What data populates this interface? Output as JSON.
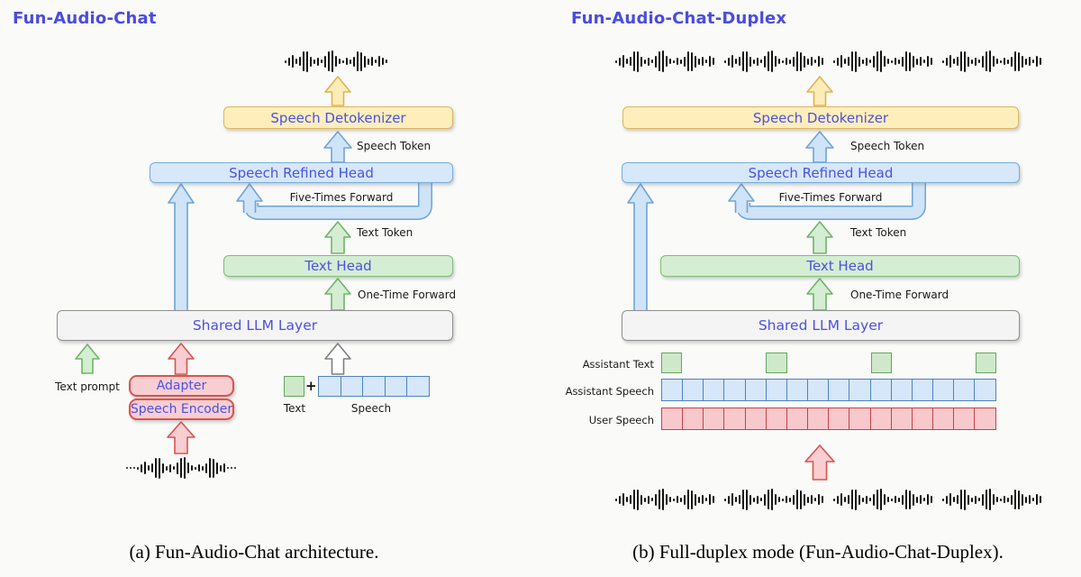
{
  "left": {
    "title": "Fun-Audio-Chat",
    "caption": "(a) Fun-Audio-Chat architecture.",
    "boxes": {
      "detokenizer": "Speech Detokenizer",
      "refined_head": "Speech Refined Head",
      "text_head": "Text Head",
      "llm": "Shared LLM Layer",
      "adapter": "Adapter",
      "speech_encoder": "Speech Encoder"
    },
    "labels": {
      "speech_token": "Speech Token",
      "five_times": "Five-Times Forward",
      "text_token": "Text Token",
      "one_time": "One-Time Forward",
      "text_prompt": "Text prompt",
      "text": "Text",
      "plus": "+",
      "speech": "Speech"
    },
    "speech_cells": "5"
  },
  "right": {
    "title": "Fun-Audio-Chat-Duplex",
    "caption": "(b) Full-duplex mode (Fun-Audio-Chat-Duplex).",
    "boxes": {
      "detokenizer": "Speech Detokenizer",
      "refined_head": "Speech Refined Head",
      "text_head": "Text Head",
      "llm": "Shared LLM Layer"
    },
    "labels": {
      "speech_token": "Speech Token",
      "five_times": "Five-Times Forward",
      "text_token": "Text Token",
      "one_time": "One-Time Forward",
      "assistant_text": "Assistant Text",
      "assistant_speech": "Assistant Speech",
      "user_speech": "User Speech"
    },
    "rows": {
      "cells": "16",
      "text_positions": "0,5,10,15"
    },
    "wave_segments": "4"
  },
  "waveforms": {
    "segment": [
      3,
      9,
      14,
      6,
      10,
      22,
      23,
      11,
      5,
      9,
      4,
      13,
      22,
      24,
      12,
      6,
      3,
      8,
      5,
      11,
      22,
      21,
      13,
      7,
      10,
      4,
      12,
      8,
      4
    ],
    "dots": [
      2,
      2,
      2
    ]
  },
  "colors": {
    "background": "#fafaf8",
    "title_text": "#4b4be0",
    "box_text": "#4a52e2",
    "yellow_fill": "#fdeebb",
    "yellow_border": "#ddb85f",
    "blue_fill": "#d6e8fa",
    "blue_border": "#76aede",
    "green_fill": "#d5edd2",
    "green_border": "#7cbf78",
    "gray_fill": "#f4f4f4",
    "gray_border": "#8f8f8f",
    "pink_fill": "#f9ced2",
    "pink_border": "#d9534f",
    "token_green_fill": "#cfe8ca",
    "token_green_border": "#64a65e",
    "token_blue_fill": "#d5e7f9",
    "token_blue_border": "#4d82c4",
    "token_red_fill": "#f7c9cc",
    "token_red_border": "#c94046",
    "waveform_bar": "#141414"
  }
}
